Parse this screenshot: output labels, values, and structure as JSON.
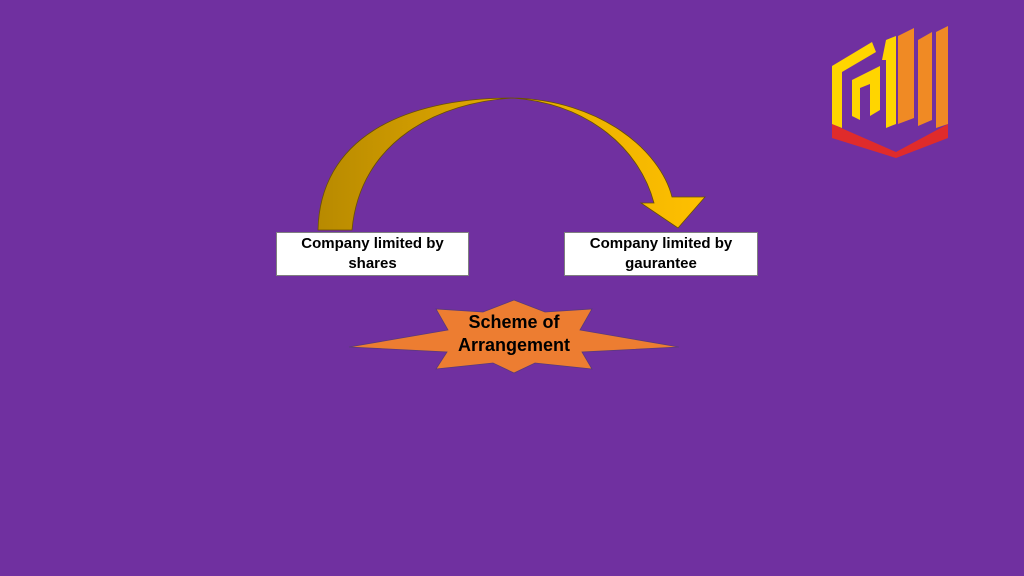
{
  "nodes": {
    "left": "Company limited by shares",
    "right": "Company limited by gaurantee"
  },
  "star": {
    "label": "Scheme of Arrangement"
  },
  "colors": {
    "background": "#7030a0",
    "arrow_light": "#ffc000",
    "arrow_dark": "#bf9000",
    "star_fill": "#ed7d31",
    "logo_yellow": "#ffd500",
    "logo_orange": "#f08a24",
    "logo_red": "#e02b2b"
  },
  "icons": {
    "logo": "brand-logo-icon"
  }
}
